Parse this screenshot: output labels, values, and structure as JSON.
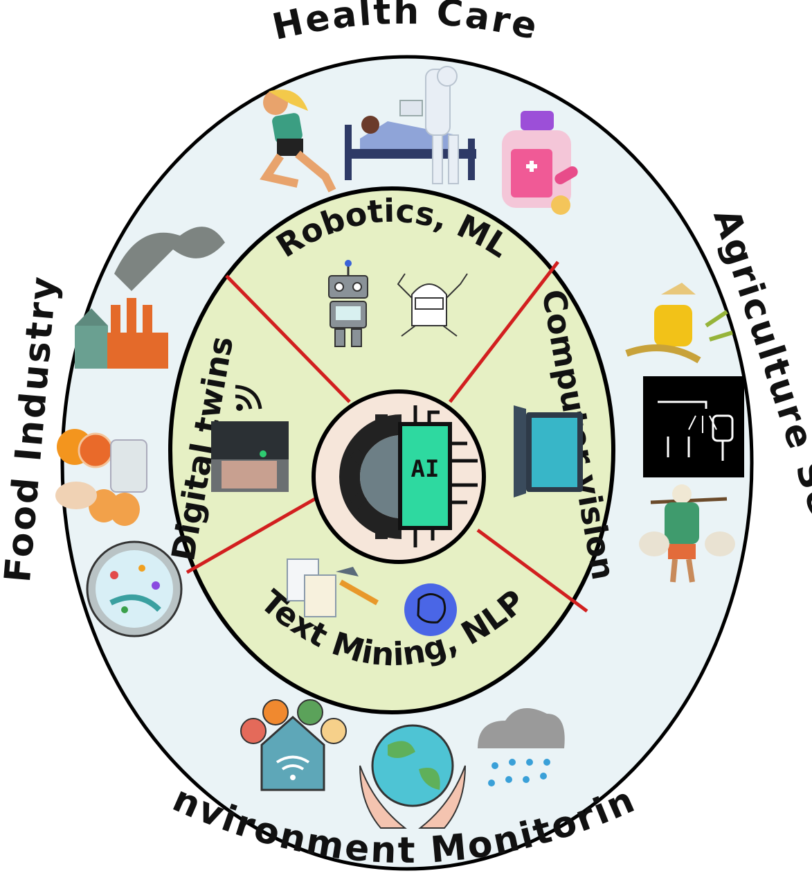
{
  "outer_ring": {
    "top_label": "Health Care",
    "right_label": "Agriculture Sector",
    "bottom_label": "Environment Monitoring",
    "left_label": "Food Industry"
  },
  "inner_ring": {
    "top_label": "Robotics, ML",
    "right_label": "Computer vision",
    "bottom_label": "Text Mining, NLP",
    "left_label": "Digital twins"
  },
  "center": {
    "chip_label": "AI"
  },
  "colors": {
    "outer_fill": "#eaf3f6",
    "inner_fill": "#e6f0c4",
    "center_fill": "#f6e6da",
    "divider": "#d21f1f",
    "chip": "#2ed9a0"
  },
  "icons": [
    "running-woman-icon",
    "hospital-bed-icon",
    "medicine-bottle-icon",
    "farmer-harvesting-icon",
    "smart-irrigation-icon",
    "farmer-carrying-icon",
    "smart-home-icon",
    "earth-hands-icon",
    "rain-cloud-icon",
    "factory-icon",
    "fruit-milk-eggs-icon",
    "petri-dish-icon",
    "robot-icon",
    "robot-arms-icon",
    "laptop-icon",
    "wifi-icon",
    "vr-photo-icon",
    "documents-hammer-icon",
    "brain-circuit-icon",
    "ai-gear-chip-icon"
  ]
}
